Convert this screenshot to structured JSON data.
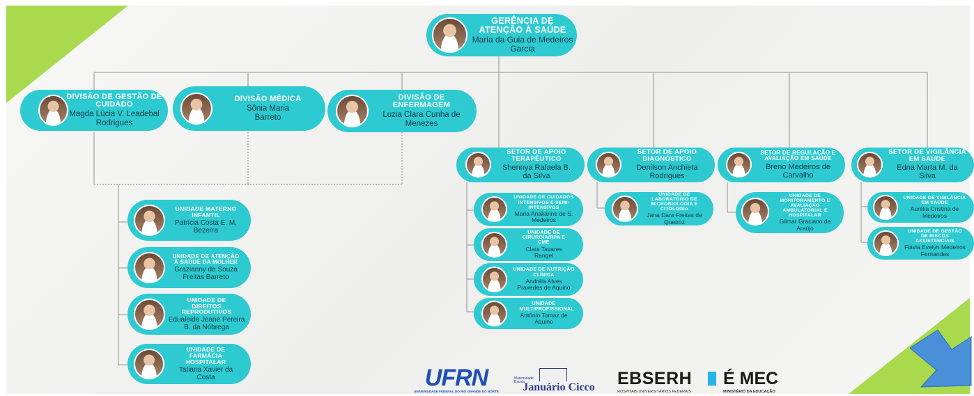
{
  "org": {
    "top": {
      "title": "GERÊNCIA DE ATENÇÃO À SAÚDE",
      "name": "Maria da Guia de Medeiros Garcia"
    },
    "divisions": [
      {
        "title": "DIVISÃO DE GESTÃO DE CUIDADO",
        "name": "Magda Lúcia V. Leadebal Rodrigues"
      },
      {
        "title": "DIVISÃO MÉDICA",
        "name": "Sônia Maria Barreto"
      },
      {
        "title": "DIVISÃO DE ENFERMAGEM",
        "name": "Luzia Clara Cunha de Menezes"
      }
    ],
    "sectors": [
      {
        "title": "SETOR DE APOIO TERAPÊUTICO",
        "name": "Shennya Rafaela B. da Silva"
      },
      {
        "title": "SETOR DE APOIO DIAGNÓSTICO",
        "name": "Denilson Anchieta Rodrigues"
      },
      {
        "title": "SETOR DE REGULAÇÃO E AVALIAÇÃO EM SAÚDE",
        "name": "Breno Medeiros de Carvalho"
      },
      {
        "title": "SETOR DE VIGILÂNCIA EM SAÚDE",
        "name": "Edna Marta M. da Silva"
      }
    ],
    "care_units": [
      {
        "title": "UNIDADE MATERNO INFANTIL",
        "name": "Patrícia Costa E. M. Bezerra"
      },
      {
        "title": "UNIDADE DE ATENÇÃO À SAÚDE DA MULHER",
        "name": "Grazianny de Souza Freitas Barreto"
      },
      {
        "title": "UNIDADE DE DIREITOS REPRODUTIVOS",
        "name": "Edualeide Jeane Pereira B. da Nóbrega"
      },
      {
        "title": "UNIDADE DE FARMÁCIA HOSPITALAR",
        "name": "Tatiana Xavier da Costa"
      }
    ],
    "therapy_units": [
      {
        "title": "UNIDADE DE CUIDADOS INTENSIVOS E SEMI-INTENSIVOS",
        "name": "Maria Anakarine de S. Medeiros"
      },
      {
        "title": "UNIDADE DE CIRURGIA/RPA E CME",
        "name": "Clara Tavares Rangel"
      },
      {
        "title": "UNIDADE DE NUTRIÇÃO CLÍNICA",
        "name": "Andréia Alves Praxedes de Aquino"
      },
      {
        "title": "UNIDADE MULTIPROFISSIONAL",
        "name": "Antônio Tomaz de Aquino"
      }
    ],
    "diagnostic_units": [
      {
        "title": "UNIDADE DE LABORATÓRIO DE MICROBIOLOGIA E CITOLOGIA",
        "name": "Jana Dara Freitas de Queiroz"
      }
    ],
    "regulation_units": [
      {
        "title": "UNIDADE DE MONITORAMENTO E AVALIAÇÃO AMBULATORIAL E HOSPITALAR",
        "name": "Gilmar Graciano de Araújo"
      }
    ],
    "surveillance_units": [
      {
        "title": "UNIDADE DE VIGILÂNCIA EM SAÚDE",
        "name": "Aurélia Cristina de Medeiros"
      },
      {
        "title": "UNIDADE DE GESTÃO DE RISCOS ASSISTENCIAIS",
        "name": "Flávia Evelyn Medeiros Fernandes"
      }
    ]
  },
  "logos": {
    "ufrn": "UFRN",
    "ufrn_caption": "UNIVERSIDADE FEDERAL DO RIO GRANDE DO NORTE",
    "maternity_top": "Maternidade Escola",
    "maternity_name": "Januário Cicco",
    "ebserh": "EBSERH",
    "ebserh_caption": "HOSPITAIS UNIVERSITÁRIOS FEDERAIS",
    "mec": "É MEC",
    "mec_caption": "MINISTÉRIO DA EDUCAÇÃO"
  },
  "colors": {
    "node": "#2ecad1",
    "title_text": "#ffffff",
    "name_text": "#123a45",
    "connector": "#a7a7a7",
    "corner_green": "#a9da4e",
    "corner_arrow": "#4a90d9",
    "ufrn_blue": "#1d4fb8",
    "ebserh_dark": "#1a1a1a",
    "ebserh_accent": "#24b5e6"
  }
}
